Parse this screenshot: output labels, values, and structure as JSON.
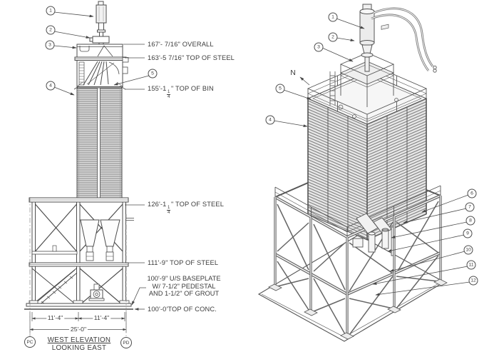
{
  "left_view": {
    "balloons": [
      "1",
      "2",
      "3",
      "4",
      "5"
    ],
    "callouts": {
      "overall": "167'- 7/16\" OVERALL",
      "top_of_steel_163": "163'-5 7/16\" TOP OF STEEL",
      "top_of_bin": {
        "pre": "155'-1",
        "num": "1",
        "den": "4",
        "post": "\" TOP OF BIN"
      },
      "top_of_steel_126": {
        "pre": "126'-1",
        "num": "1",
        "den": "4",
        "post": "\" TOP OF STEEL"
      },
      "top_of_steel_111": "111'-9\" TOP OF STEEL",
      "baseplate_line1": "100'-9\" U/S BASEPLATE",
      "baseplate_line2": "W/ 7-1/2\" PEDESTAL",
      "baseplate_line3": "AND 1-1/2\" OF GROUT",
      "top_of_conc": "100'-0'TOP OF CONC."
    },
    "dimensions": {
      "bay_left": "11'-4\"",
      "bay_right": "11'-4\"",
      "overall": "25'-0\""
    },
    "grid_bubbles": {
      "pc": "PC",
      "pd": "PD"
    },
    "title": "WEST ELEVATION",
    "subtitle": "LOOKING EAST"
  },
  "iso_view": {
    "north_label": "N",
    "balloons": [
      "1",
      "2",
      "3",
      "4",
      "5",
      "6",
      "7",
      "8",
      "9",
      "10",
      "11",
      "12"
    ]
  }
}
